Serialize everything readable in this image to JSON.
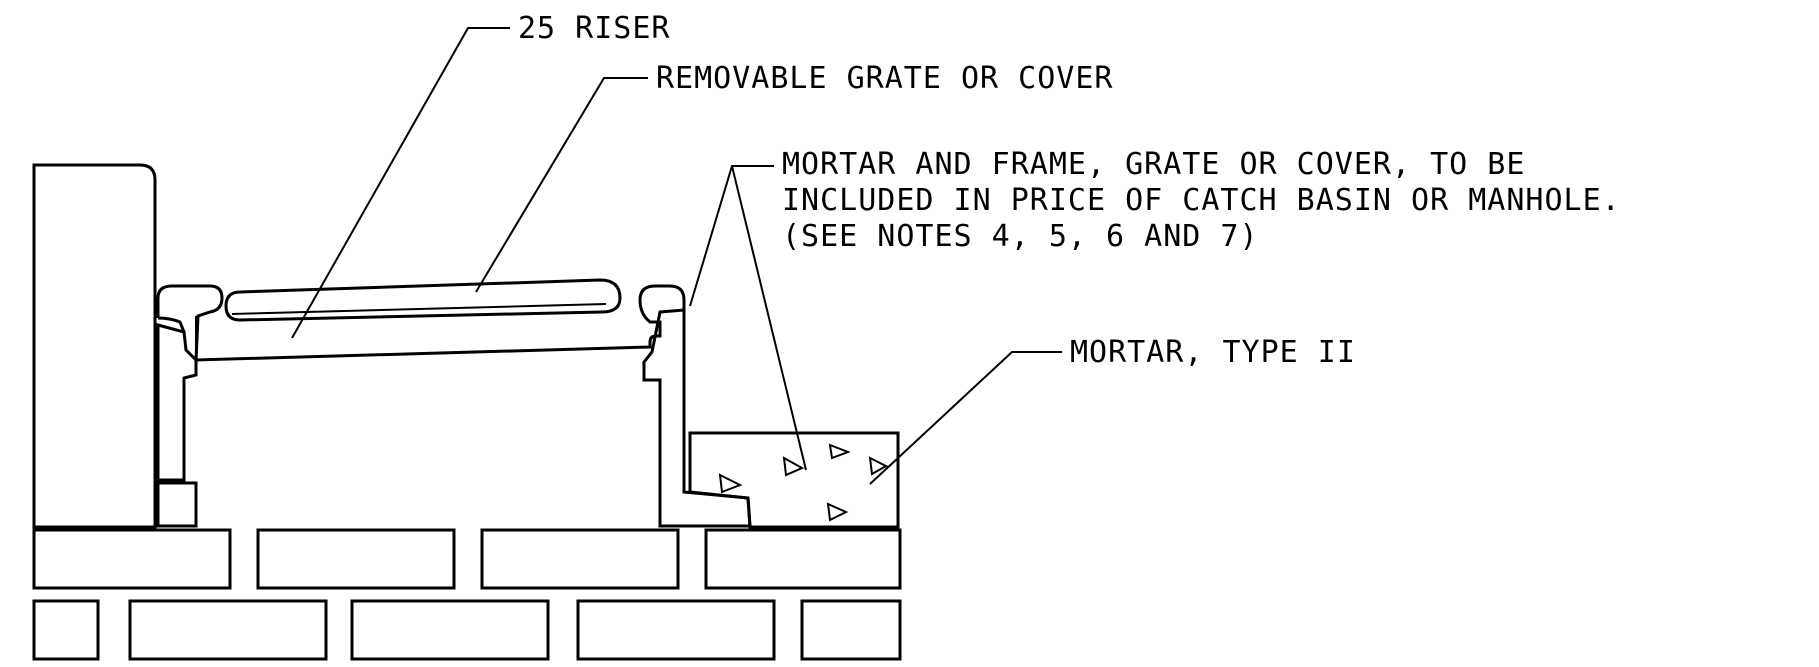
{
  "labels": {
    "riser": "25 RISER",
    "grate": "REMOVABLE GRATE OR COVER",
    "mortar_frame_1": "MORTAR AND FRAME, GRATE OR COVER, TO BE",
    "mortar_frame_2": "INCLUDED IN PRICE OF CATCH BASIN OR MANHOLE.",
    "mortar_frame_3": "(SEE NOTES 4, 5, 6 AND 7)",
    "mortar_type": "MORTAR, TYPE II"
  },
  "colors": {
    "line": "#000000",
    "background": "#ffffff"
  }
}
